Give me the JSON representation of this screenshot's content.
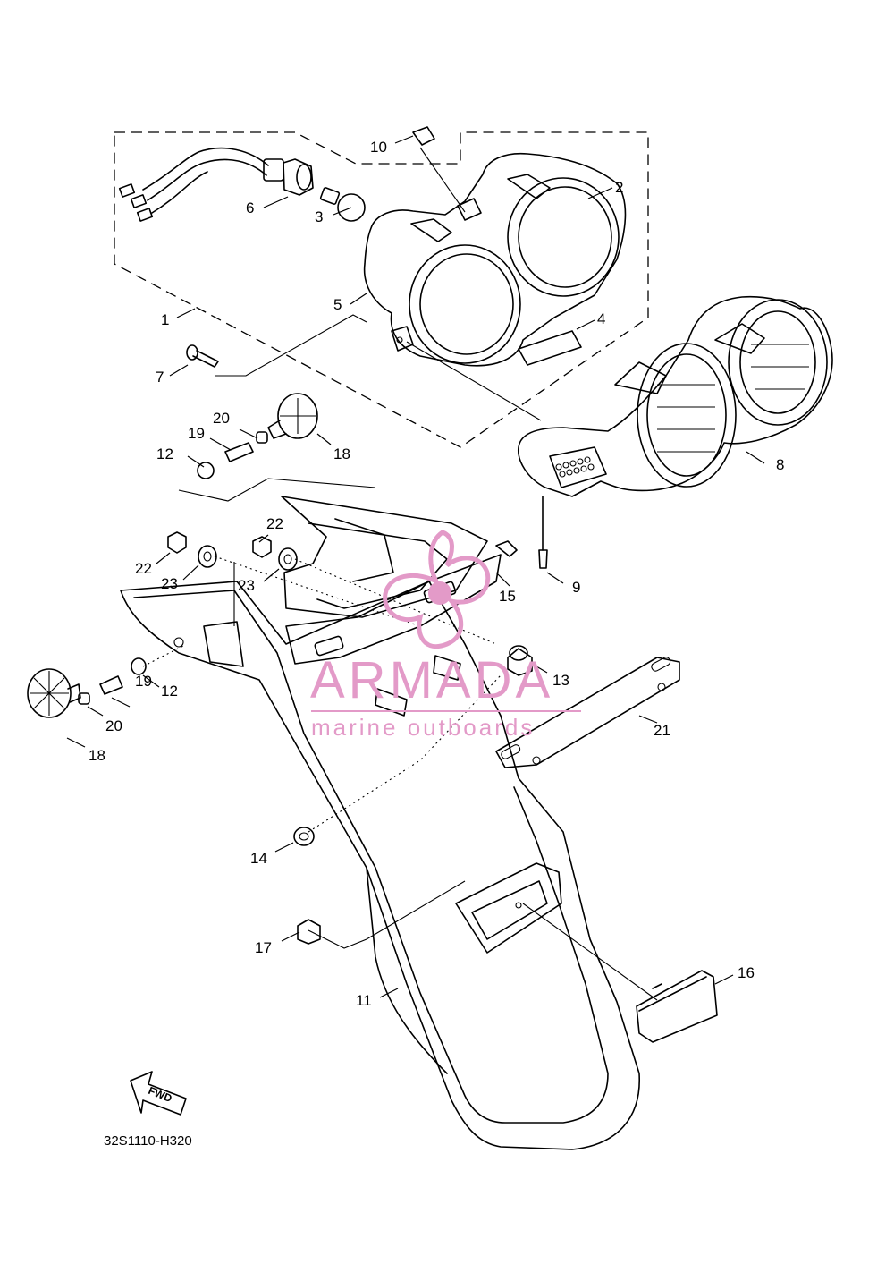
{
  "diagram": {
    "callouts": [
      {
        "id": "1",
        "text": "1"
      },
      {
        "id": "2",
        "text": "2"
      },
      {
        "id": "3",
        "text": "3"
      },
      {
        "id": "4",
        "text": "4"
      },
      {
        "id": "5",
        "text": "5"
      },
      {
        "id": "6",
        "text": "6"
      },
      {
        "id": "7",
        "text": "7"
      },
      {
        "id": "8",
        "text": "8"
      },
      {
        "id": "9",
        "text": "9"
      },
      {
        "id": "10",
        "text": "10"
      },
      {
        "id": "11",
        "text": "11"
      },
      {
        "id": "12a",
        "text": "12"
      },
      {
        "id": "12b",
        "text": "12"
      },
      {
        "id": "13",
        "text": "13"
      },
      {
        "id": "14",
        "text": "14"
      },
      {
        "id": "15",
        "text": "15"
      },
      {
        "id": "16",
        "text": "16"
      },
      {
        "id": "17",
        "text": "17"
      },
      {
        "id": "18a",
        "text": "18"
      },
      {
        "id": "18b",
        "text": "18"
      },
      {
        "id": "19a",
        "text": "19"
      },
      {
        "id": "19b",
        "text": "19"
      },
      {
        "id": "20a",
        "text": "20"
      },
      {
        "id": "20b",
        "text": "20"
      },
      {
        "id": "21",
        "text": "21"
      },
      {
        "id": "22a",
        "text": "22"
      },
      {
        "id": "22b",
        "text": "22"
      },
      {
        "id": "23a",
        "text": "23"
      },
      {
        "id": "23b",
        "text": "23"
      }
    ],
    "diagram_code": "32S1110-H320",
    "fwd_label": "FWD"
  },
  "watermark": {
    "brand": "ARMADA",
    "tagline": "marine outboards",
    "color": "#e39ac8"
  }
}
